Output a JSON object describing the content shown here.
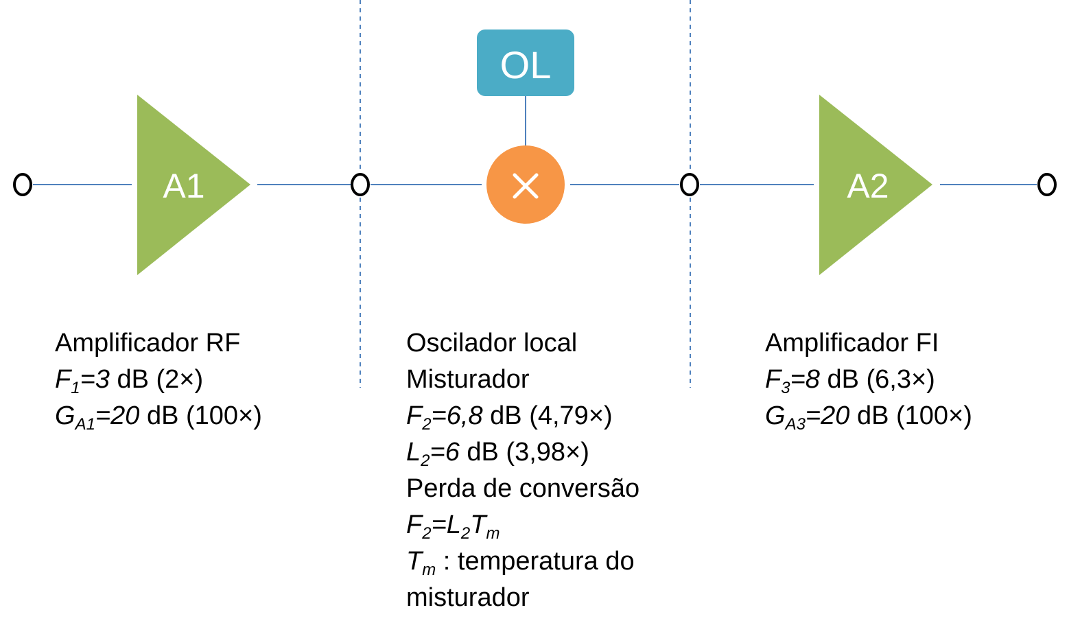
{
  "blocks": {
    "a1": {
      "label": "A1",
      "color": "#9BBB59"
    },
    "a2": {
      "label": "A2",
      "color": "#9BBB59"
    },
    "ol": {
      "label": "OL",
      "color": "#4BACC6"
    },
    "mixer": {
      "symbol": "×",
      "color": "#F79646"
    }
  },
  "line_color": "#4F81BD",
  "amp_rf": {
    "title": "Amplificador RF",
    "f": {
      "sym": "F",
      "sub": "1",
      "val": "=3",
      "rest": " dB (2×)"
    },
    "g": {
      "sym": "G",
      "sub": "A1",
      "val": "=20",
      "rest": " dB (100×)"
    }
  },
  "mixer_info": {
    "title1": "Oscilador local",
    "title2": "Misturador",
    "f": {
      "sym": "F",
      "sub": "2",
      "val": "=6,8",
      "rest": " dB (4,79×)"
    },
    "l": {
      "sym": "L",
      "sub": "2",
      "val": "=6",
      "rest": " dB (3,98×)"
    },
    "loss": "Perda de conversão",
    "formula": {
      "f": "F",
      "fsub": "2",
      "eq": "=L",
      "lsub": "2",
      "t": "T",
      "tsub": "m"
    },
    "tm": {
      "sym": "T",
      "sub": "m",
      "rest": " : temperatura do"
    },
    "tm2": "misturador"
  },
  "amp_fi": {
    "title": "Amplificador FI",
    "f": {
      "sym": "F",
      "sub": "3",
      "val": "=8",
      "rest": " dB (6,3×)"
    },
    "g": {
      "sym": "G",
      "sub": "A3",
      "val": "=20",
      "rest": " dB (100×)"
    }
  }
}
